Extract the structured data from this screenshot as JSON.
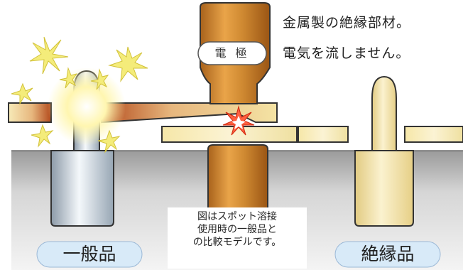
{
  "caption": {
    "line1": "金属製の絶縁部材。",
    "line2": "電気を流しません。"
  },
  "electrode_label": "電 極",
  "note_lines": [
    "図はスポット溶接",
    "使用時の一般品と",
    "の比較モデルです。"
  ],
  "product_labels": {
    "general": "一般品",
    "insulated": "絶縁品"
  },
  "colors": {
    "electrode": "#d08a32",
    "sheet_metal": "#efe2aa",
    "ground": "#c8c8c8",
    "spark": "#ff6040",
    "rivet_general": "#d6e0ea",
    "rivet_insulated": "#f1e0a2",
    "label_pill": "#d8eaf8"
  },
  "icons": [
    "spark-icon",
    "flash-burst-icon"
  ]
}
